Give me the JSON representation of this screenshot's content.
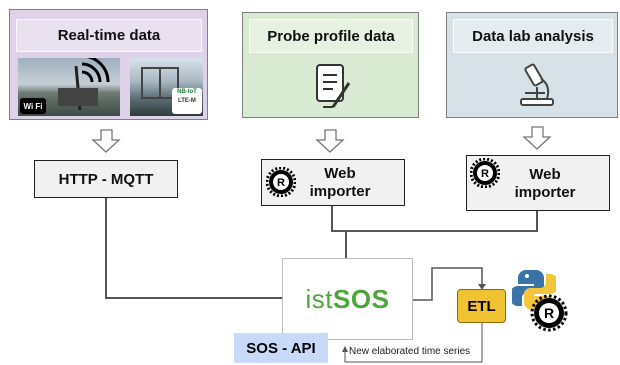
{
  "sources": [
    {
      "title": "Real-time data",
      "bg": "#ddd2e8",
      "icons": [
        "wifi-icon",
        "nb-iot-lte-m-icon"
      ]
    },
    {
      "title": "Probe profile data",
      "bg": "#d9ead3",
      "icon": "document-pen-icon"
    },
    {
      "title": "Data lab analysis",
      "bg": "#d6e2e7",
      "icon": "microscope-icon"
    }
  ],
  "processors": [
    {
      "label": "HTTP - MQTT"
    },
    {
      "label_line1": "Web",
      "label_line2": "importer",
      "icon": "rust-logo-icon"
    },
    {
      "label_line1": "Web",
      "label_line2": "importer",
      "icon": "rust-logo-icon"
    }
  ],
  "central": {
    "logo_text_a": "ist",
    "logo_text_b": "SOS",
    "logo_color": "#4ca63a"
  },
  "api_label": "SOS - API",
  "etl_label": "ETL",
  "etl_color": "#f1c232",
  "feedback_label": "New elaborated time series",
  "badges": {
    "wifi": "Wi Fi",
    "nbiot": "NB-IoT",
    "ltem": "LTE-M"
  }
}
